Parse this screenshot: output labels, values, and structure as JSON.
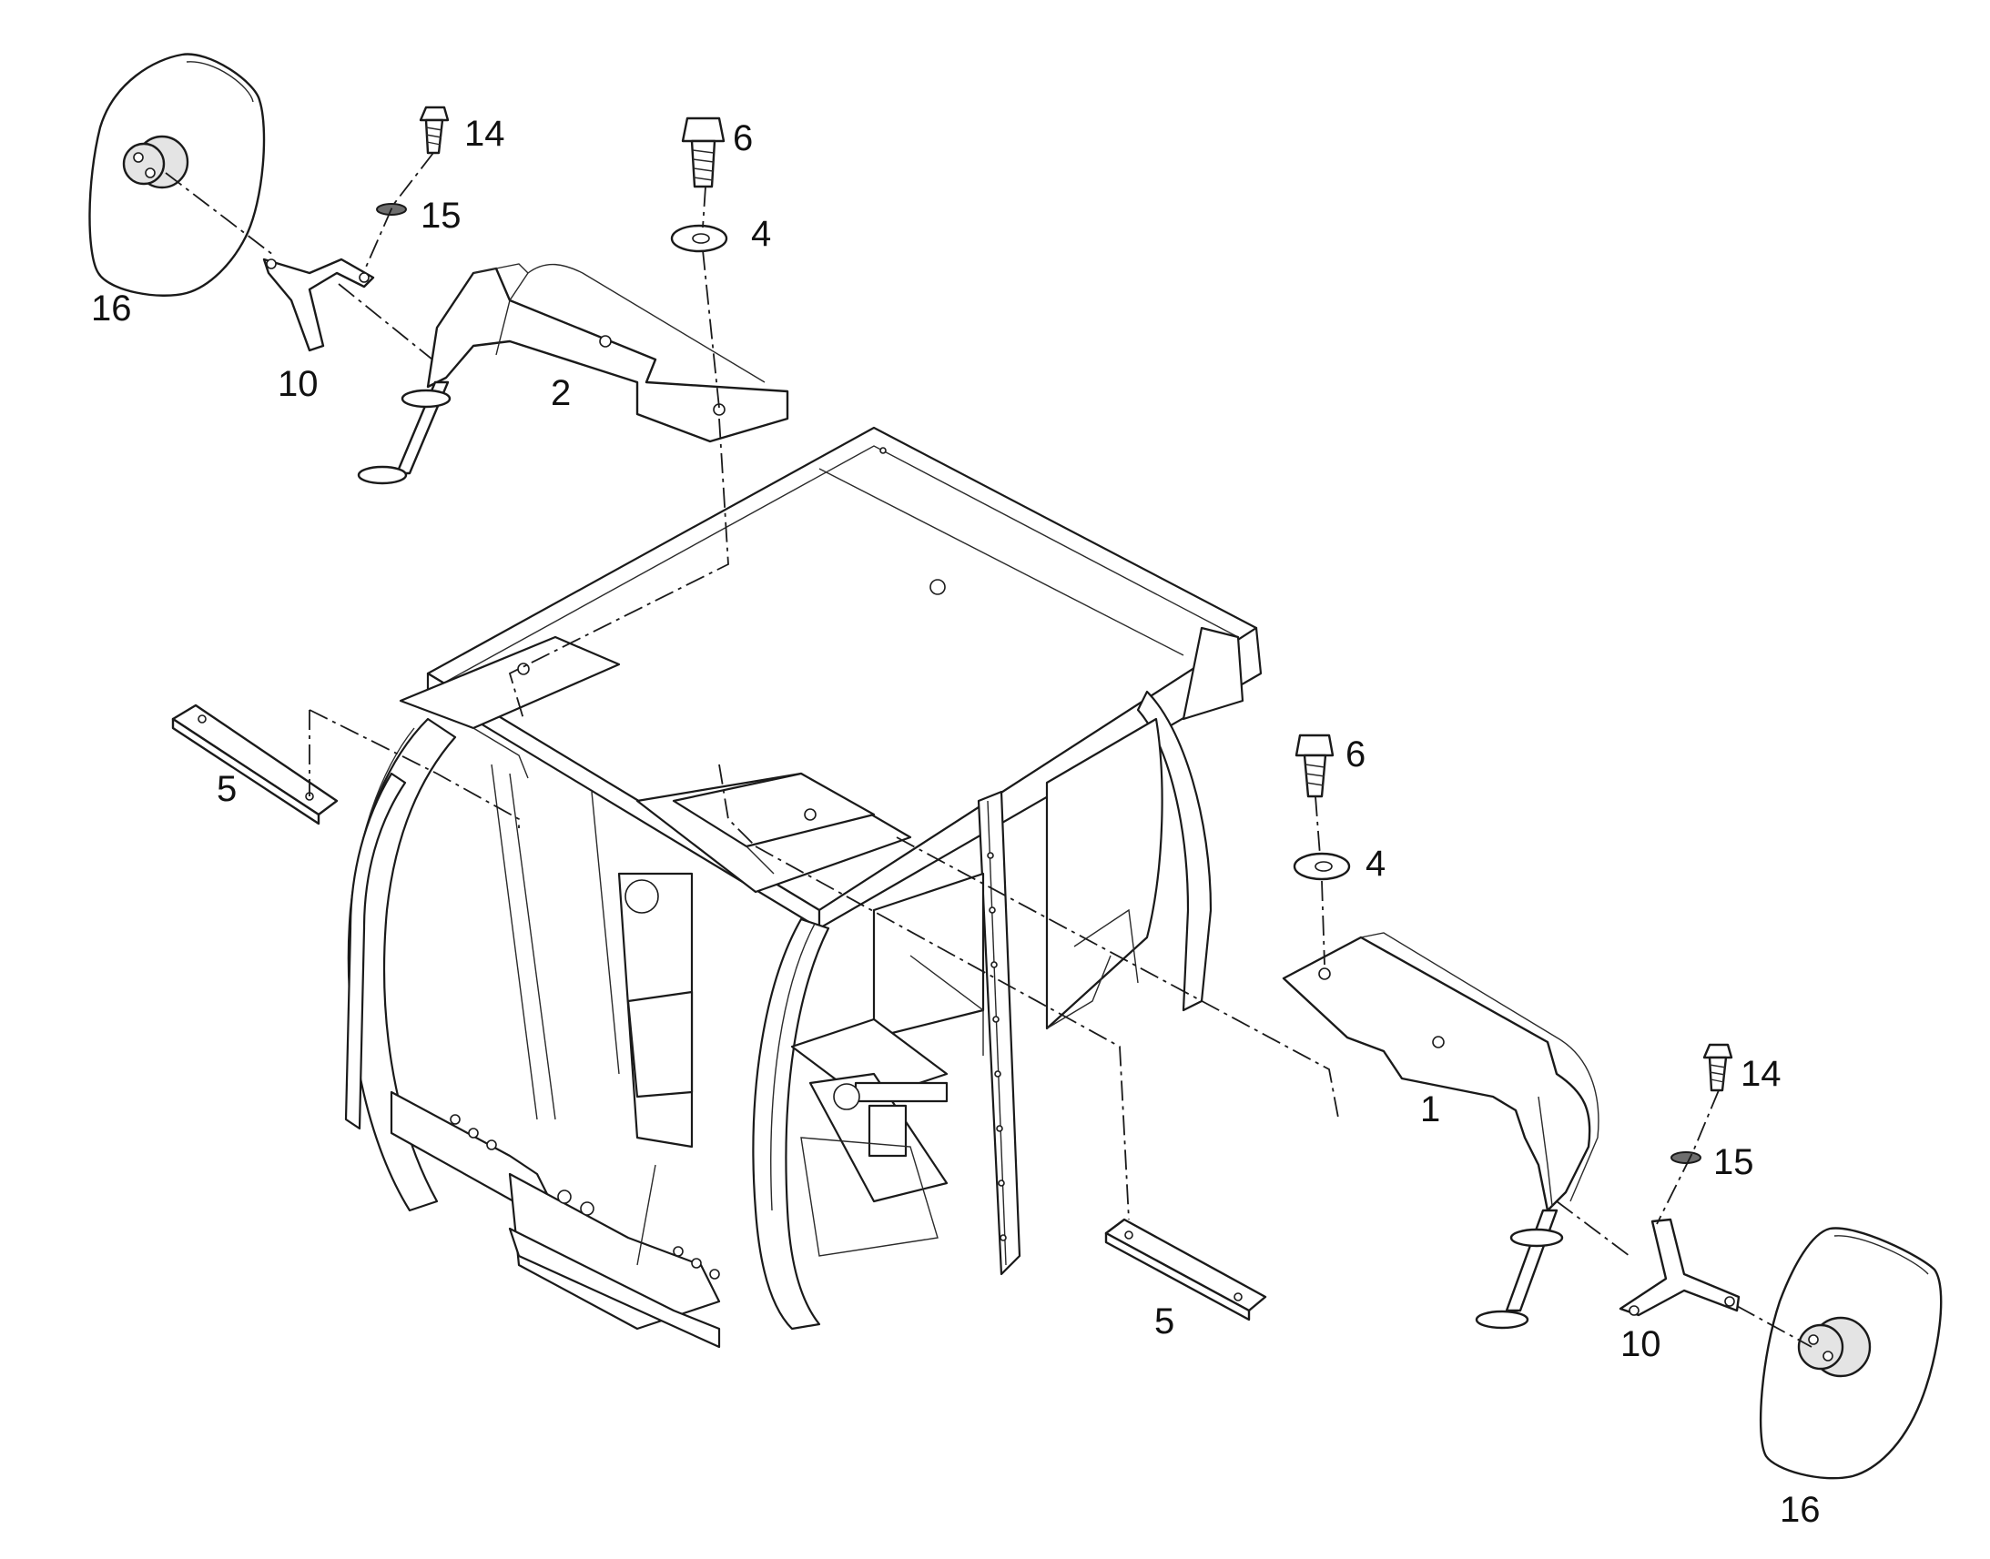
{
  "callouts": {
    "c14a": "14",
    "c6a": "6",
    "c15a": "15",
    "c4a": "4",
    "c16a": "16",
    "c10a": "10",
    "c2": "2",
    "c5a": "5",
    "c6b": "6",
    "c4b": "4",
    "c1": "1",
    "c14b": "14",
    "c15b": "15",
    "c5b": "5",
    "c10b": "10",
    "c16b": "16"
  }
}
